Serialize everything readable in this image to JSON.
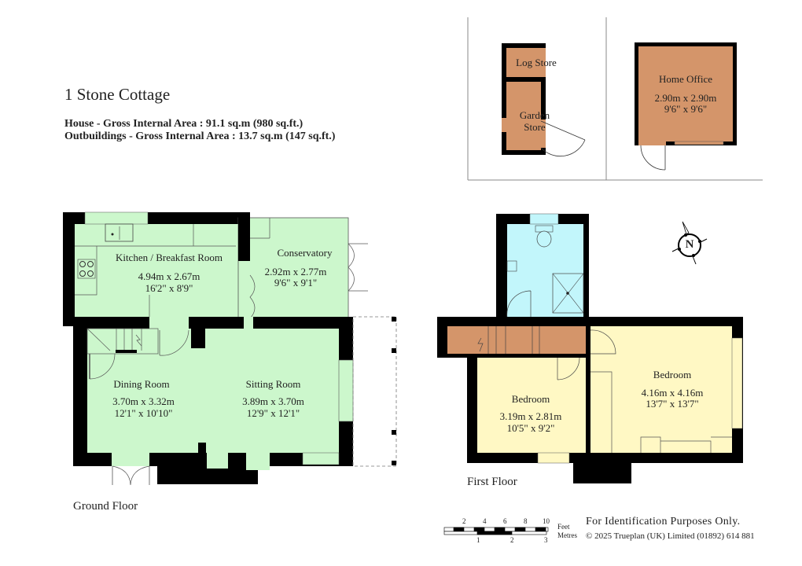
{
  "header": {
    "title": "1 Stone Cottage",
    "house_area": "House - Gross Internal Area  :  91.1 sq.m   (980 sq.ft.)",
    "outbuildings_area": "Outbuildings - Gross Internal Area  :  13.7 sq.m   (147 sq.ft.)"
  },
  "colors": {
    "ground_floor": "#ccf7cc",
    "bedroom": "#fff8c4",
    "bathroom": "#c2f6fb",
    "landing_outbuilding": "#d4956a",
    "wall": "#000000"
  },
  "outbuildings": {
    "log_store": "Log Store",
    "garden_store_1": "Garden",
    "garden_store_2": "Store",
    "home_office": {
      "name": "Home Office",
      "metric": "2.90m  x  2.90m",
      "imperial": "9'6\"  x  9'6\""
    }
  },
  "ground_floor": {
    "label": "Ground Floor",
    "rooms": [
      {
        "name": "Kitchen / Breakfast Room",
        "metric": "4.94m  x  2.67m",
        "imperial": "16'2\"  x  8'9\""
      },
      {
        "name": "Conservatory",
        "metric": "2.92m  x  2.77m",
        "imperial": "9'6\"  x  9'1\""
      },
      {
        "name": "Dining Room",
        "metric": "3.70m  x  3.32m",
        "imperial": "12'1\"  x  10'10\""
      },
      {
        "name": "Sitting Room",
        "metric": "3.89m  x  3.70m",
        "imperial": "12'9\"  x  12'1\""
      }
    ]
  },
  "first_floor": {
    "label": "First Floor",
    "rooms": [
      {
        "name": "Bedroom",
        "metric": "3.19m  x  2.81m",
        "imperial": "10'5\"  x  9'2\""
      },
      {
        "name": "Bedroom",
        "metric": "4.16m  x  4.16m",
        "imperial": "13'7\"  x  13'7\""
      }
    ]
  },
  "compass": {
    "letter": "N"
  },
  "scale": {
    "feet_ticks": [
      "2",
      "4",
      "6",
      "8",
      "10"
    ],
    "metre_ticks": [
      "1",
      "2",
      "3"
    ],
    "feet_label": "Feet",
    "metres_label": "Metres"
  },
  "footer": {
    "disclaimer": "For Identification Purposes Only.",
    "copyright": "© 2025 Trueplan (UK) Limited  (01892) 614 881"
  }
}
